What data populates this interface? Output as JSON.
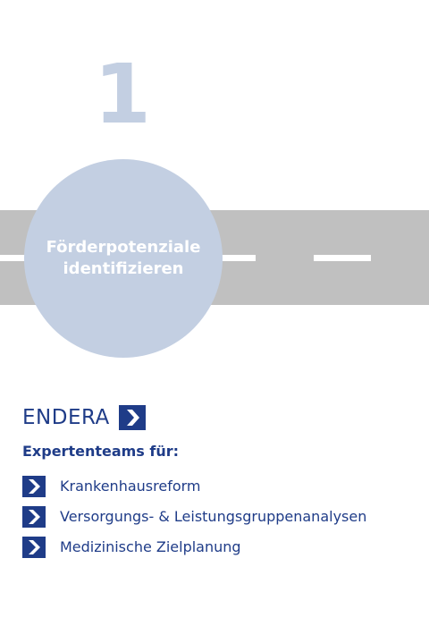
{
  "step": {
    "number": "1",
    "title_line1": "Förderpotenziale",
    "title_line2": "identifizieren"
  },
  "brand": {
    "name": "ENDERA",
    "logo_icon": "chevron-right-icon"
  },
  "subtitle": "Expertenteams für:",
  "services": [
    {
      "label": "Krankenhausreform",
      "icon": "chevron-right-icon"
    },
    {
      "label": "Versorgungs- & Leistungsgruppenanalysen",
      "icon": "chevron-right-icon"
    },
    {
      "label": "Medizinische Zielplanung",
      "icon": "chevron-right-icon"
    }
  ],
  "colors": {
    "brand_blue": "#1f3c88",
    "circle": "#c3cfe2",
    "road": "#c0c0c0",
    "road_markings": "#ffffff"
  }
}
